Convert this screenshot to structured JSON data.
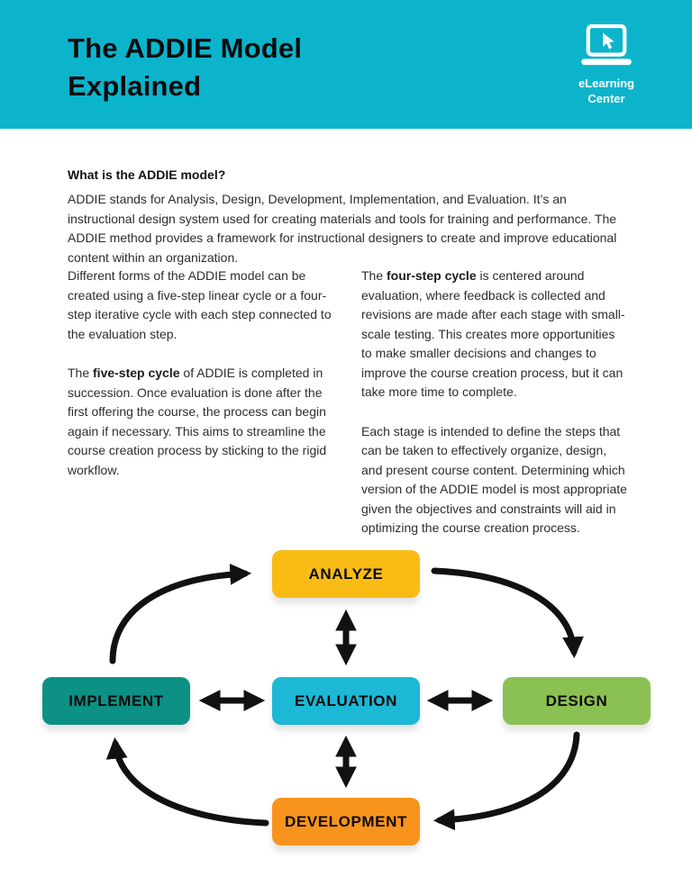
{
  "header": {
    "title_line1": "The ADDIE Model",
    "title_line2": "Explained",
    "background_color": "#0CB4CB",
    "logo": {
      "icon": "laptop-cursor-icon",
      "line1": "eLearning",
      "line2": "Center"
    }
  },
  "intro": {
    "heading": "What is the ADDIE model?",
    "body": "ADDIE stands for Analysis, Design, Development, Implementation, and Evaluation. It’s an instructional design system used for creating materials and tools for training and performance. The ADDIE method provides a framework for instructional designers to create and improve educational content within an organization."
  },
  "columns": {
    "left": {
      "para1": "Different forms of the ADDIE model can be created using a five-step linear cycle or a four-step iterative cycle with each step connected to the evaluation step.",
      "para2": {
        "prefix": "The ",
        "bold": "five-step cycle",
        "rest": " of ADDIE is completed in succession. Once evaluation is done after the first offering the course, the process can begin again if necessary. This aims to streamline the course creation process by sticking to the rigid workflow."
      }
    },
    "right": {
      "para1": {
        "prefix": "The ",
        "bold": "four-step cycle",
        "rest": " is centered around evaluation, where feedback is collected and revisions are made after each stage with small-scale testing. This creates more opportunities to make smaller decisions and changes to improve the course creation process, but it can take more time to complete."
      },
      "para2": "Each stage is intended to define the steps that can be taken to effectively organize, design, and present course content. Determining which version of the ADDIE model is most appropriate given the objectives and constraints will aid in optimizing the course creation process."
    }
  },
  "diagram": {
    "nodes": [
      {
        "id": "analyze",
        "label": "ANALYZE",
        "color": "#F9BC15"
      },
      {
        "id": "evaluation",
        "label": "EVALUATION",
        "color": "#1CB8D5"
      },
      {
        "id": "implement",
        "label": "IMPLEMENT",
        "color": "#0C9184"
      },
      {
        "id": "design",
        "label": "DESIGN",
        "color": "#8BC053"
      },
      {
        "id": "development",
        "label": "DEVELOPMENT",
        "color": "#F8941D"
      }
    ],
    "edges": [
      {
        "from": "implement",
        "to": "analyze",
        "style": "curved-one-way"
      },
      {
        "from": "analyze",
        "to": "design",
        "style": "curved-one-way"
      },
      {
        "from": "design",
        "to": "development",
        "style": "curved-one-way"
      },
      {
        "from": "development",
        "to": "implement",
        "style": "curved-one-way"
      },
      {
        "from": "analyze",
        "to": "evaluation",
        "style": "double-headed"
      },
      {
        "from": "implement",
        "to": "evaluation",
        "style": "double-headed"
      },
      {
        "from": "evaluation",
        "to": "design",
        "style": "double-headed"
      },
      {
        "from": "evaluation",
        "to": "development",
        "style": "double-headed"
      }
    ],
    "arrow_color": "#111111"
  }
}
